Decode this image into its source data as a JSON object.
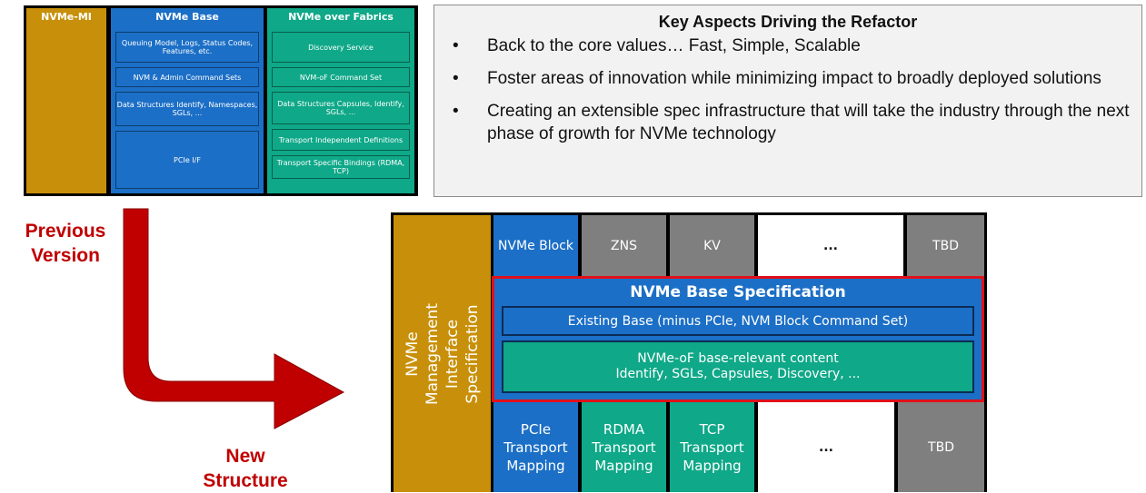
{
  "previous": {
    "mi_title": "NVMe-MI",
    "base_title": "NVMe Base",
    "fabrics_title": "NVMe over Fabrics",
    "base_items": [
      "Queuing Model, Logs, Status Codes, Features, etc.",
      "NVM & Admin Command Sets",
      "Data Structures Identify, Namespaces, SGLs, ...",
      "PCIe I/F"
    ],
    "fabrics_items": [
      "Discovery Service",
      "NVM-oF Command Set",
      "Data Structures Capsules, Identify, SGLs, ...",
      "Transport Independent Definitions",
      "Transport Specific Bindings (RDMA, TCP)"
    ]
  },
  "aspects": {
    "title": "Key Aspects Driving the Refactor",
    "bullet_char": "•",
    "bullets": [
      "Back to the core values… Fast, Simple, Scalable",
      "Foster areas of innovation while minimizing impact to broadly deployed solutions",
      "Creating an extensible spec infrastructure that will take the industry through the next phase of growth for NVMe technology"
    ]
  },
  "labels": {
    "previous_line1": "Previous",
    "previous_line2": "Version",
    "new_line1": "New",
    "new_line2": "Structure"
  },
  "new_structure": {
    "mi_spec": "NVMe Management Interface Specification",
    "command_sets": [
      "NVMe Block",
      "ZNS",
      "KV",
      "...",
      "TBD"
    ],
    "base_spec_title": "NVMe Base Specification",
    "existing_base": "Existing Base (minus PCIe, NVM Block Command Set)",
    "nvmeof_content_line1": "NVMe-oF base-relevant content",
    "nvmeof_content_line2": "Identify, SGLs, Capsules, Discovery, ...",
    "transports": [
      "PCIe Transport Mapping",
      "RDMA Transport Mapping",
      "TCP Transport Mapping",
      "...",
      "TBD"
    ]
  },
  "colors": {
    "mi": "#c8900a",
    "base_blue": "#1c6fc6",
    "fabrics_teal": "#0fa888",
    "grey": "#7f7f7f",
    "accent_red": "#c00000"
  }
}
